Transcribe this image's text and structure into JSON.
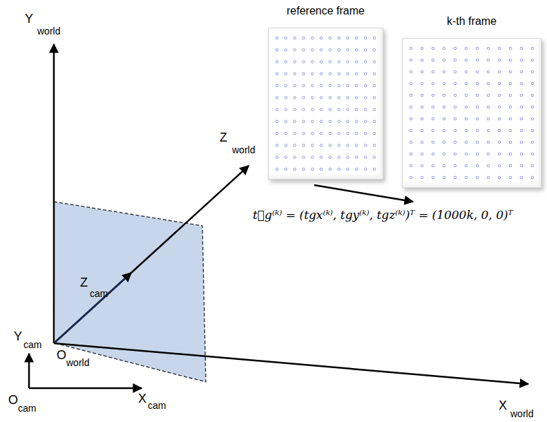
{
  "diagram": {
    "nodes": [
      {
        "text": [
          "reference frame"
        ]
      },
      {
        "text": [
          "k-th frame"
        ]
      }
    ],
    "labels": [
      "Y",
      "world",
      "Z",
      "world",
      "Y",
      "cam",
      "Z",
      "cam",
      "O",
      "world",
      "O",
      "cam",
      "X",
      "cam",
      "X",
      "world",
      "t⃗g⁽ᵏ⁾ = (tgx⁽ᵏ⁾, tgy⁽ᵏ⁾, tgz⁽ᵏ⁾)ᵀ = (1000k, 0, 0)ᵀ"
    ]
  }
}
